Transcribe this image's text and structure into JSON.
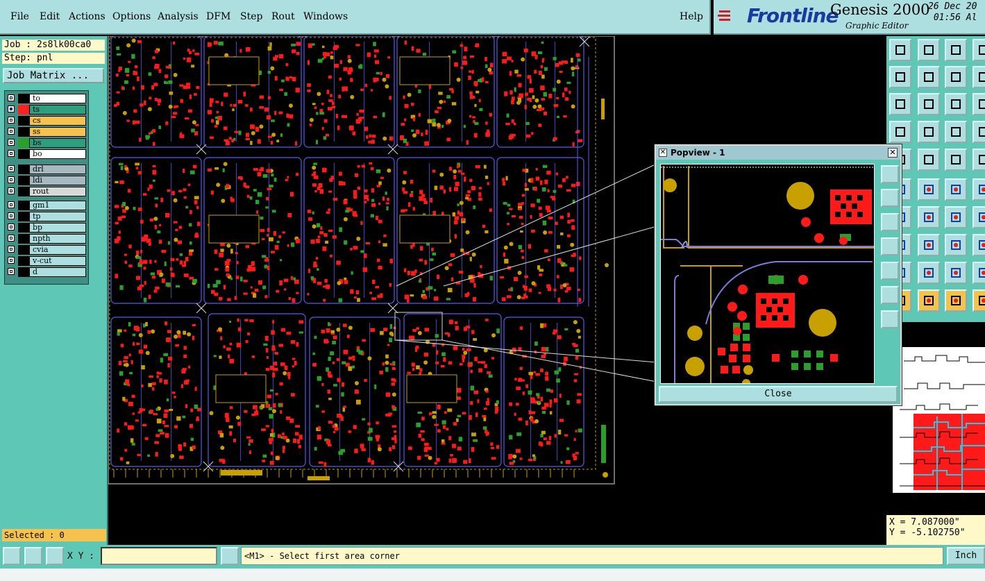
{
  "menu": {
    "items": [
      "File",
      "Edit",
      "Actions",
      "Options",
      "Analysis",
      "DFM",
      "Step",
      "Rout",
      "Windows"
    ],
    "help": "Help"
  },
  "brand": {
    "logo": "Frontline",
    "product": "Genesis 2000",
    "subtitle": "Graphic Editor",
    "date": "26 Dec 20",
    "time": "01:56 Al"
  },
  "job": {
    "job_line": "Job : 2s8lk00ca0",
    "step_line": "Step: pnl",
    "matrix_button": "Job Matrix ..."
  },
  "layers": [
    {
      "name": "to",
      "color": "#ffffff",
      "swatch": "#000000",
      "selected": false
    },
    {
      "name": "ts",
      "color": "#2e9e7e",
      "swatch": "#ff2020",
      "selected": true
    },
    {
      "name": "cs",
      "color": "#f6c24e",
      "swatch": "#000000",
      "selected": false
    },
    {
      "name": "ss",
      "color": "#f6c24e",
      "swatch": "#000000",
      "selected": false
    },
    {
      "name": "bs",
      "color": "#2e9e7e",
      "swatch": "#2aa02a",
      "selected": false
    },
    {
      "name": "bo",
      "color": "#ffffff",
      "swatch": "#000000",
      "selected": false
    },
    {
      "name": "drl",
      "color": "#a8b8c0",
      "swatch": "#000000",
      "selected": false
    },
    {
      "name": "ldi",
      "color": "#a8b8c0",
      "swatch": "#000000",
      "selected": false
    },
    {
      "name": "rout",
      "color": "#d8d8d8",
      "swatch": "#000000",
      "selected": false
    },
    {
      "name": "gm1",
      "color": "#aedfe0",
      "swatch": "#000000",
      "selected": false
    },
    {
      "name": "tp",
      "color": "#aedfe0",
      "swatch": "#000000",
      "selected": false
    },
    {
      "name": "bp",
      "color": "#aedfe0",
      "swatch": "#000000",
      "selected": false
    },
    {
      "name": "npth",
      "color": "#aedfe0",
      "swatch": "#000000",
      "selected": false
    },
    {
      "name": "cvia",
      "color": "#aedfe0",
      "swatch": "#000000",
      "selected": false
    },
    {
      "name": "v-cut",
      "color": "#aedfe0",
      "swatch": "#000000",
      "selected": false
    },
    {
      "name": "d",
      "color": "#aedfe0",
      "swatch": "#000000",
      "selected": false
    }
  ],
  "selected_text": "Selected : 0",
  "popview": {
    "title": "Popview - 1",
    "close_label": "Close"
  },
  "coords": {
    "x": "X = 7.087000\"",
    "y": "Y = -5.102750\""
  },
  "bottom": {
    "xy_label": "X Y :",
    "xy_value": "",
    "prompt": "<M1> - Select first area corner",
    "unit": "Inch"
  },
  "colors": {
    "panel": "#5fc7b5",
    "menu": "#aedfe0",
    "pad_red": "#ff1a1a",
    "pad_gold": "#c8a000",
    "outline_blue": "#5a5af0"
  }
}
